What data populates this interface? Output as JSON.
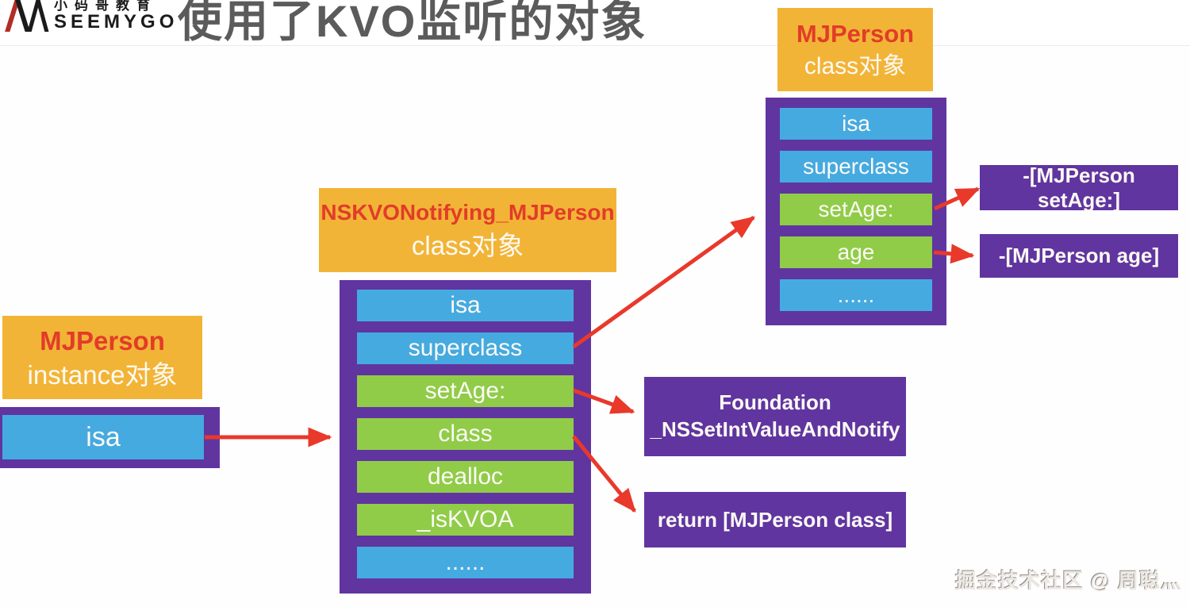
{
  "header": {
    "logo_brand_cn": "小码哥教育",
    "logo_brand_en": "SEEMYGO",
    "title": "使用了KVO监听的对象"
  },
  "instance_object": {
    "label_line1": "MJPerson",
    "label_line2": "instance对象",
    "cells": [
      {
        "text": "isa",
        "type": "blue"
      }
    ]
  },
  "kvo_class_object": {
    "label_line1": "NSKVONotifying_MJPerson",
    "label_line2": "class对象",
    "cells": [
      {
        "text": "isa",
        "type": "blue"
      },
      {
        "text": "superclass",
        "type": "blue"
      },
      {
        "text": "setAge:",
        "type": "green"
      },
      {
        "text": "class",
        "type": "green"
      },
      {
        "text": "dealloc",
        "type": "green"
      },
      {
        "text": "_isKVOA",
        "type": "green"
      },
      {
        "text": "......",
        "type": "blue"
      }
    ]
  },
  "person_class_object": {
    "label_line1": "MJPerson",
    "label_line2": "class对象",
    "cells": [
      {
        "text": "isa",
        "type": "blue"
      },
      {
        "text": "superclass",
        "type": "blue"
      },
      {
        "text": "setAge:",
        "type": "green"
      },
      {
        "text": "age",
        "type": "green"
      },
      {
        "text": "......",
        "type": "blue"
      }
    ]
  },
  "impl_boxes": {
    "set_age_impl": "-[MJPerson setAge:]",
    "age_impl": "-[MJPerson age]",
    "foundation_line1": "Foundation",
    "foundation_line2": "_NSSetIntValueAndNotify",
    "return_class": "return [MJPerson class]"
  },
  "watermark": "掘金技术社区 @ 周聪灬",
  "colors": {
    "purple": "#6035A0",
    "blue": "#45AAE0",
    "green": "#90CC48",
    "orange": "#F2B437",
    "red_text": "#E23C28",
    "arrow_red": "#E8392B",
    "title_gray": "#5B5B5B"
  }
}
